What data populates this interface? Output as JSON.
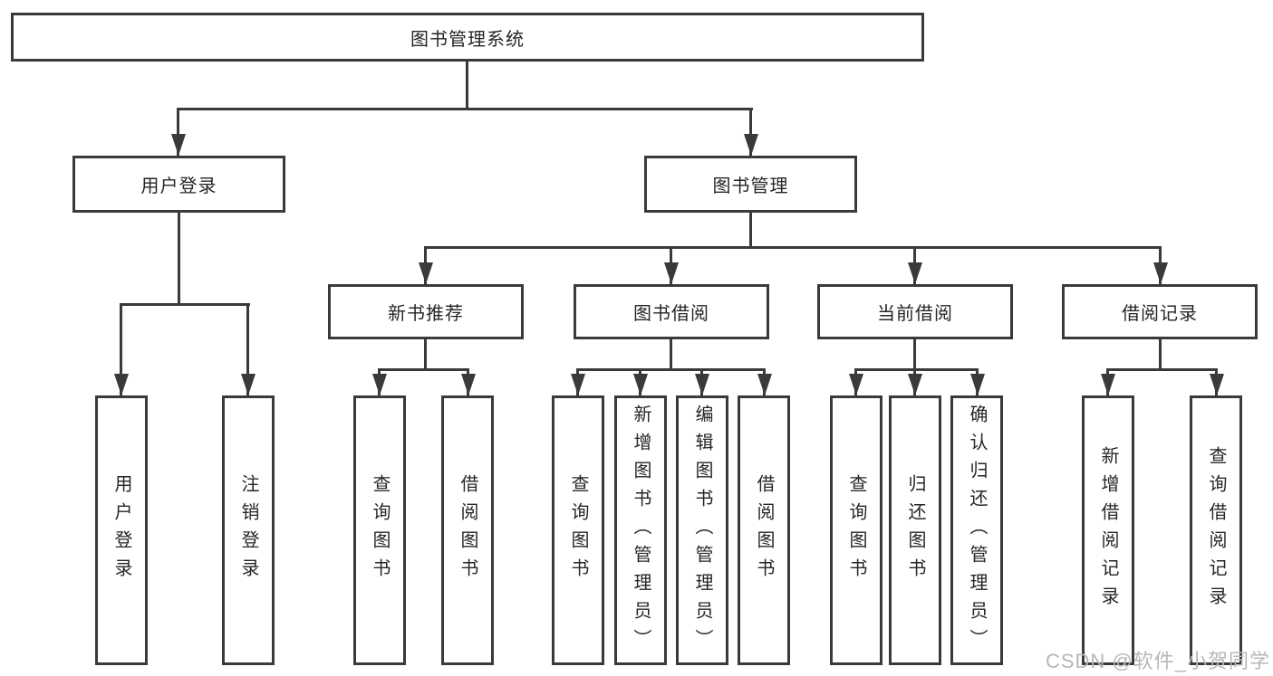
{
  "diagram_type": "hierarchy-tree",
  "colors": {
    "background": "#ffffff",
    "line": "#3a3a3a",
    "box_border": "#3a3a3a",
    "text": "#262626",
    "watermark": "#b7b7b7"
  },
  "nodes": {
    "root": {
      "label": "图书管理系统"
    },
    "level2": [
      {
        "label": "用户登录"
      },
      {
        "label": "图书管理"
      }
    ],
    "level3": [
      {
        "label": "新书推荐",
        "parent": "图书管理"
      },
      {
        "label": "图书借阅",
        "parent": "图书管理"
      },
      {
        "label": "当前借阅",
        "parent": "图书管理"
      },
      {
        "label": "借阅记录",
        "parent": "图书管理"
      }
    ],
    "leaves": [
      {
        "label": "用户登录",
        "parent": "用户登录"
      },
      {
        "label": "注销登录",
        "parent": "用户登录"
      },
      {
        "label": "查询图书",
        "parent": "新书推荐"
      },
      {
        "label": "借阅图书",
        "parent": "新书推荐"
      },
      {
        "label": "查询图书",
        "parent": "图书借阅"
      },
      {
        "label": "新增图书（管理员）",
        "parent": "图书借阅"
      },
      {
        "label": "编辑图书（管理员）",
        "parent": "图书借阅"
      },
      {
        "label": "借阅图书",
        "parent": "图书借阅"
      },
      {
        "label": "查询图书",
        "parent": "当前借阅"
      },
      {
        "label": "归还图书",
        "parent": "当前借阅"
      },
      {
        "label": "确认归还（管理员）",
        "parent": "当前借阅"
      },
      {
        "label": "新增借阅记录",
        "parent": "借阅记录"
      },
      {
        "label": "查询借阅记录",
        "parent": "借阅记录"
      }
    ]
  },
  "watermark": {
    "text": "CSDN @软件_小贺同学"
  }
}
